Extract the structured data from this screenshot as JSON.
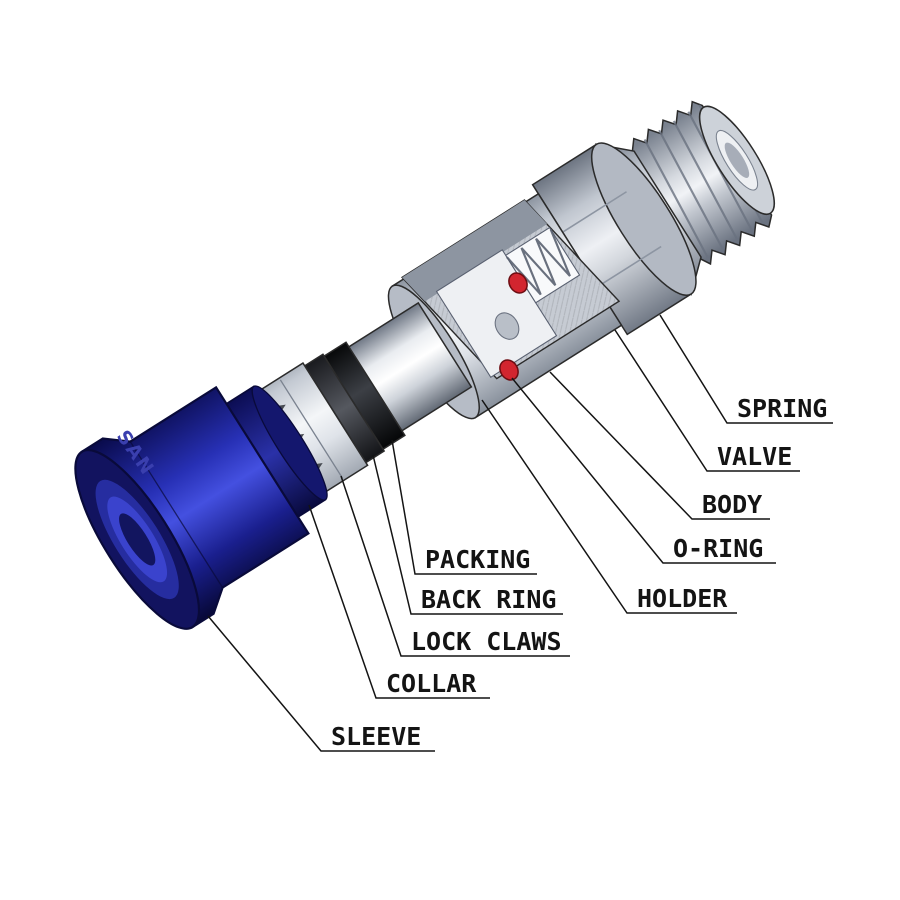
{
  "figure": {
    "type": "cutaway-diagram",
    "subject": "pneumatic quick coupling socket, cutaway view"
  },
  "labels": {
    "spring": "SPRING",
    "valve": "VALVE",
    "body": "BODY",
    "oring": "O-RING",
    "holder": "HOLDER",
    "packing": "PACKING",
    "back_ring": "BACK RING",
    "lock_claws": "LOCK CLAWS",
    "collar": "COLLAR",
    "sleeve": "SLEEVE"
  },
  "sleeve_marking": "SAN",
  "colors": {
    "sleeve_blue": "#2730b5",
    "sleeve_blue_dark": "#070844",
    "oring_red": "#d2252f",
    "metal_light": "#f4f6f8",
    "metal_dark": "#6f7885",
    "line": "#141414",
    "background": "#ffffff"
  }
}
